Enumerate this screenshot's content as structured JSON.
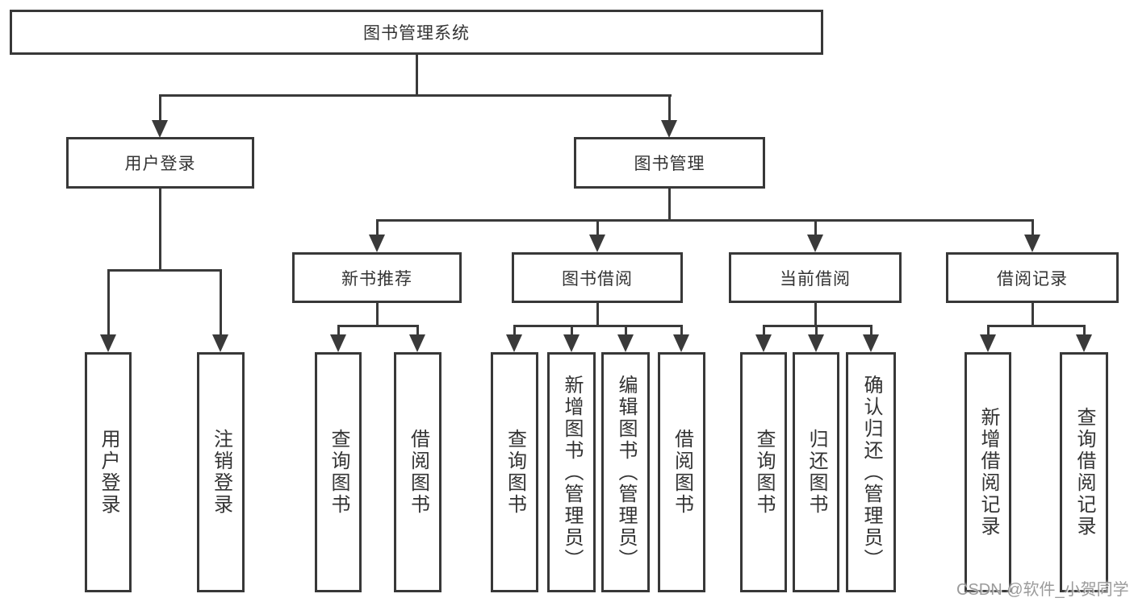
{
  "tree": {
    "root": {
      "label": "图书管理系统"
    },
    "branches": [
      {
        "label": "用户登录",
        "children": [
          {
            "label": "用户登录"
          },
          {
            "label": "注销登录"
          }
        ]
      },
      {
        "label": "图书管理",
        "children": [
          {
            "label": "新书推荐",
            "children": [
              {
                "label": "查询图书"
              },
              {
                "label": "借阅图书"
              }
            ]
          },
          {
            "label": "图书借阅",
            "children": [
              {
                "label": "查询图书"
              },
              {
                "label": "新增图书（管理员）"
              },
              {
                "label": "编辑图书（管理员）"
              },
              {
                "label": "借阅图书"
              }
            ]
          },
          {
            "label": "当前借阅",
            "children": [
              {
                "label": "查询图书"
              },
              {
                "label": "归还图书"
              },
              {
                "label": "确认归还（管理员）"
              }
            ]
          },
          {
            "label": "借阅记录",
            "children": [
              {
                "label": "新增借阅记录"
              },
              {
                "label": "查询借阅记录"
              }
            ]
          }
        ]
      }
    ]
  },
  "watermark": "CSDN @软件_小贺同学",
  "colors": {
    "line": "#3a3a3a",
    "border": "#383838",
    "text": "#333333",
    "watermark": "#8a8a8a"
  }
}
